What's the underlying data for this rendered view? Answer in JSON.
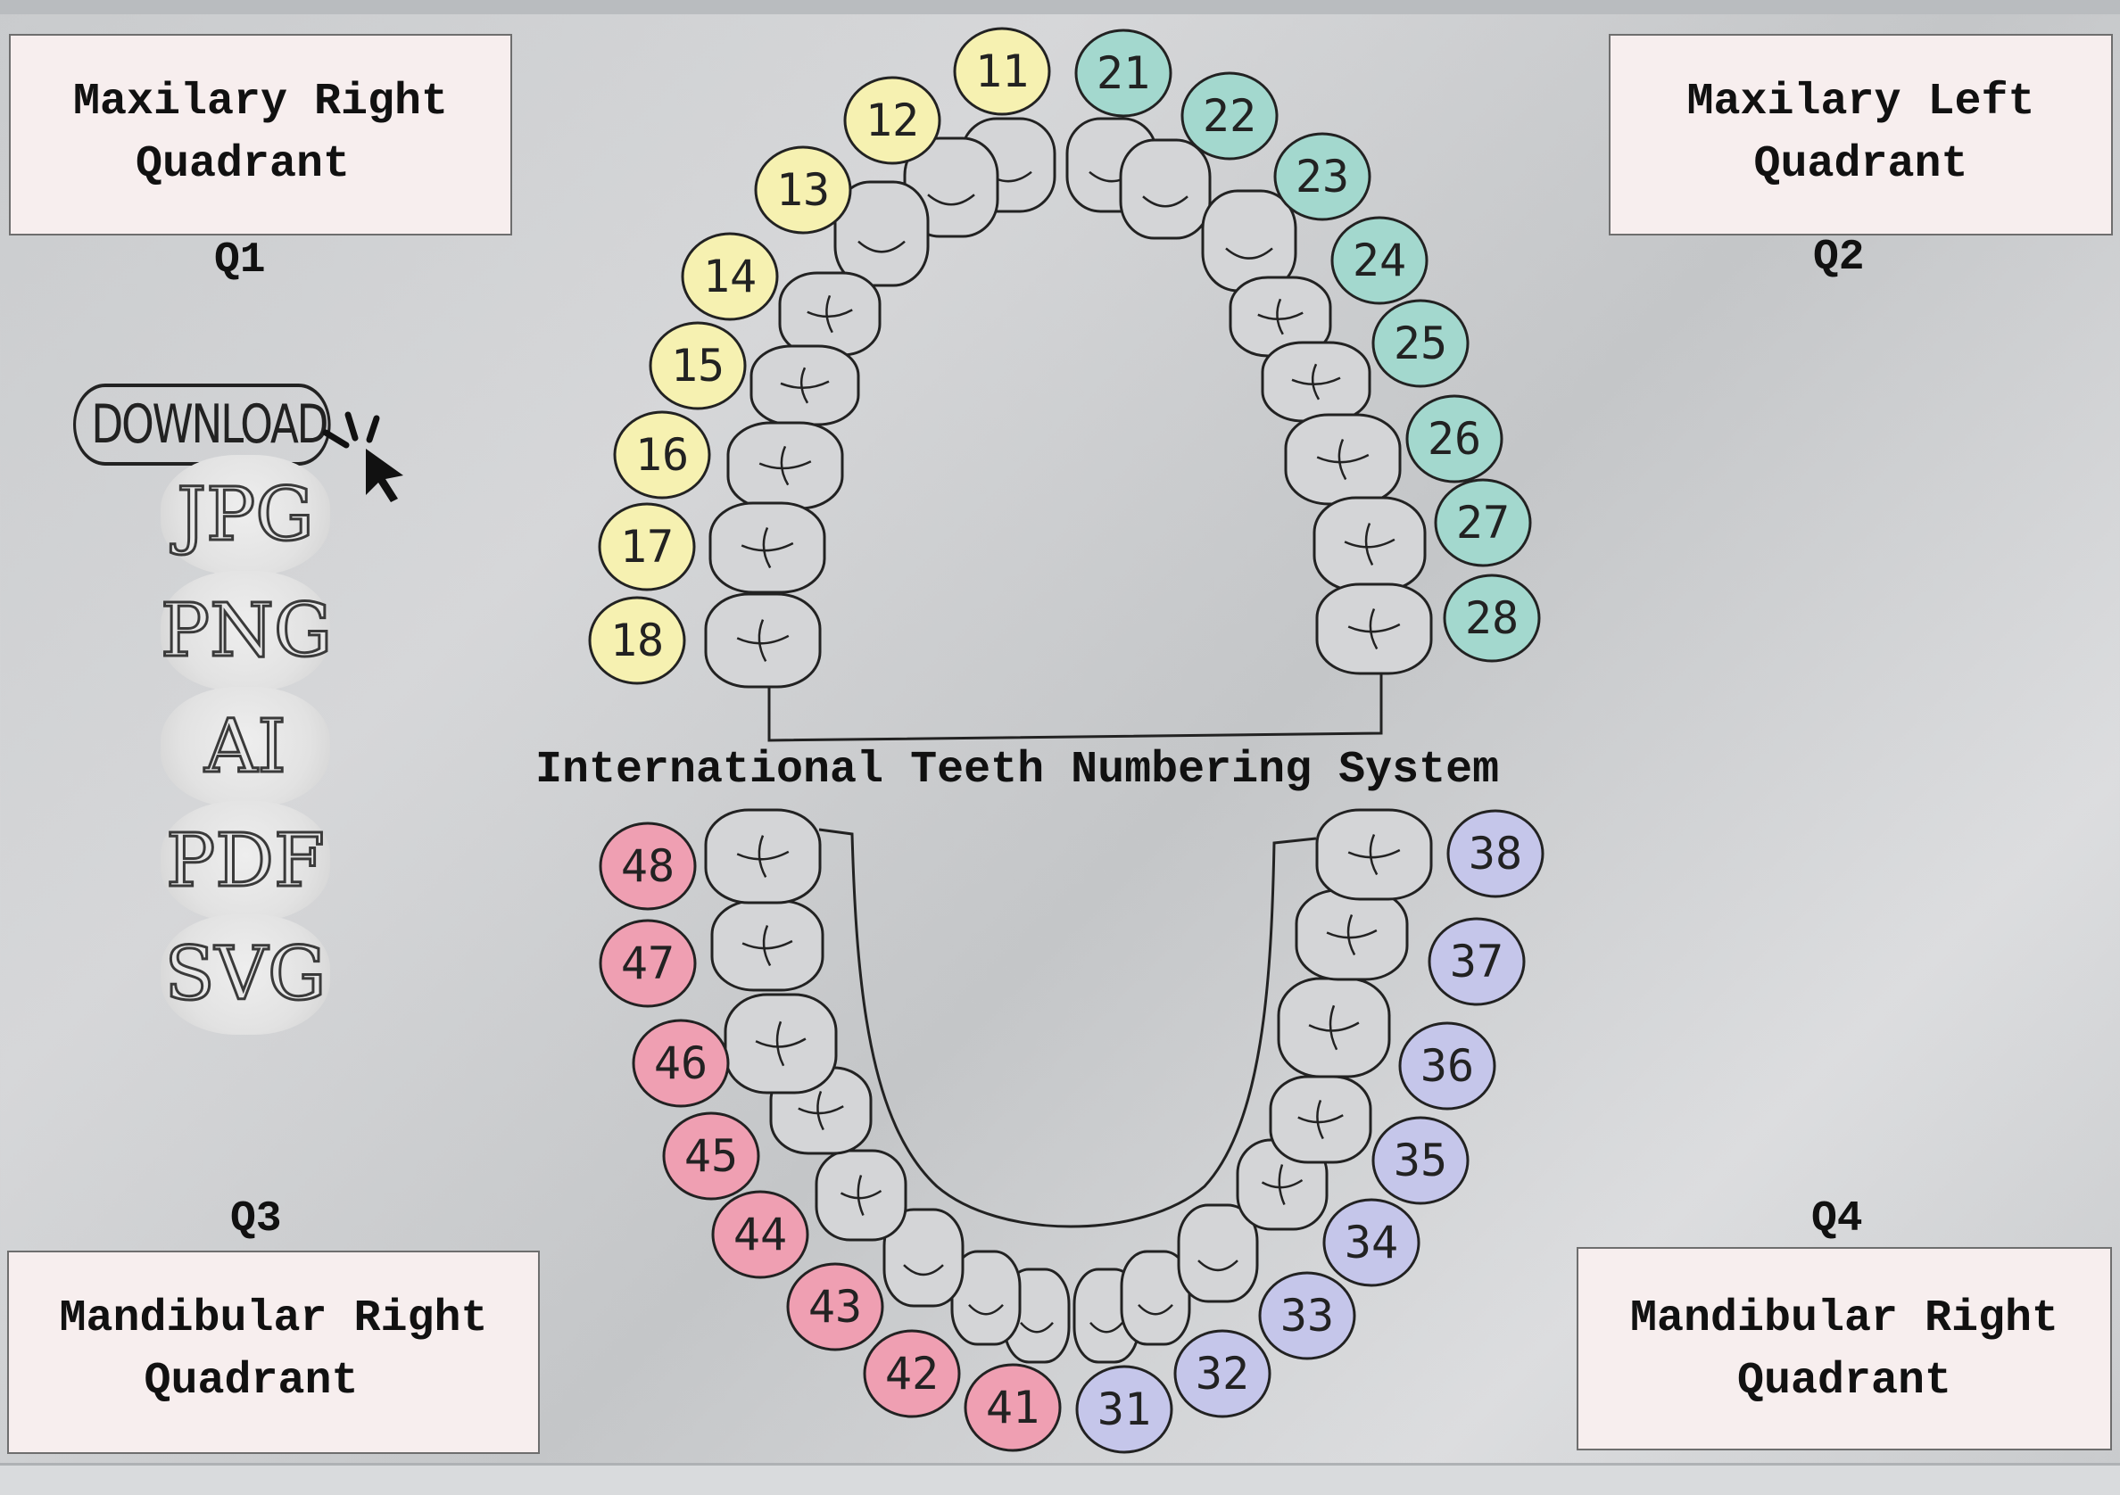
{
  "title": "International Teeth Numbering System",
  "quadrants": {
    "q1": {
      "label": "Q1",
      "line1": "Maxilary Right",
      "line2": "Quadrant"
    },
    "q2": {
      "label": "Q2",
      "line1": "Maxilary Left",
      "line2": "Quadrant"
    },
    "q3": {
      "label": "Q3",
      "line1": "Mandibular Right",
      "line2": "Quadrant"
    },
    "q4": {
      "label": "Q4",
      "line1": "Mandibular Right",
      "line2": "Quadrant"
    }
  },
  "download": {
    "label": "DOWNLOAD",
    "formats": [
      "JPG",
      "PNG",
      "AI",
      "PDF",
      "SVG"
    ]
  },
  "colors": {
    "q1": "#f6f1b1",
    "q2": "#a3d8ce",
    "q3": "#ef9fb2",
    "q4": "#c5c6ea"
  },
  "teeth": {
    "upper_right": [
      "11",
      "12",
      "13",
      "14",
      "15",
      "16",
      "17",
      "18"
    ],
    "upper_left": [
      "21",
      "22",
      "23",
      "24",
      "25",
      "26",
      "27",
      "28"
    ],
    "lower_left": [
      "31",
      "32",
      "33",
      "34",
      "35",
      "36",
      "37",
      "38"
    ],
    "lower_right": [
      "41",
      "42",
      "43",
      "44",
      "45",
      "46",
      "47",
      "48"
    ]
  }
}
